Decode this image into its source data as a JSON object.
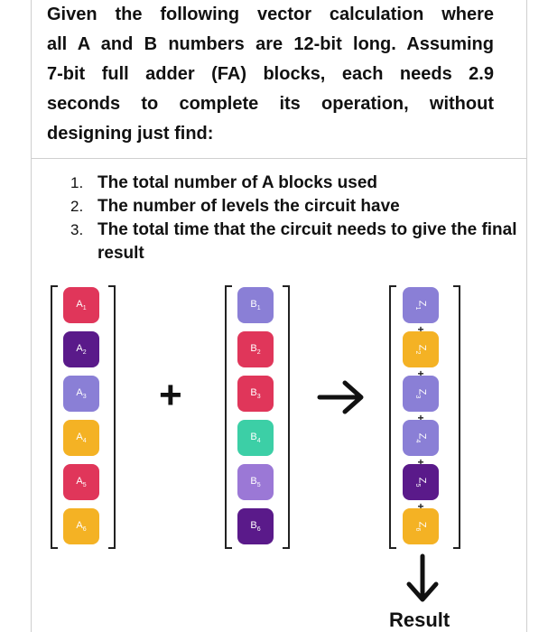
{
  "question": {
    "lines": [
      "Given the following vector calculation where",
      "all A and B numbers are 12-bit long. Assuming",
      "7-bit full adder (FA) blocks, each needs 2.9",
      "seconds to complete its operation, without",
      "designing just find:"
    ]
  },
  "tasks": [
    {
      "num": "1.",
      "text": "The total number of A blocks used"
    },
    {
      "num": "2.",
      "text": "The number of levels the circuit have"
    },
    {
      "num": "3.",
      "text": "The total time that the circuit needs to give the final result"
    }
  ],
  "vector_a": [
    {
      "letter": "A",
      "sub": "1",
      "color": "#e0365a"
    },
    {
      "letter": "A",
      "sub": "2",
      "color": "#5a1a8a"
    },
    {
      "letter": "A",
      "sub": "3",
      "color": "#8a7fd6"
    },
    {
      "letter": "A",
      "sub": "4",
      "color": "#f4b224"
    },
    {
      "letter": "A",
      "sub": "5",
      "color": "#e0365a"
    },
    {
      "letter": "A",
      "sub": "6",
      "color": "#f4b224"
    }
  ],
  "vector_b": [
    {
      "letter": "B",
      "sub": "1",
      "color": "#8a7fd6"
    },
    {
      "letter": "B",
      "sub": "2",
      "color": "#e0365a"
    },
    {
      "letter": "B",
      "sub": "3",
      "color": "#e0365a"
    },
    {
      "letter": "B",
      "sub": "4",
      "color": "#3ccfa6"
    },
    {
      "letter": "B",
      "sub": "5",
      "color": "#9b78d6"
    },
    {
      "letter": "B",
      "sub": "6",
      "color": "#5a1a8a"
    }
  ],
  "vector_z": [
    {
      "letter": "Z",
      "sub": "1",
      "color": "#8a7fd6"
    },
    {
      "letter": "Z",
      "sub": "2",
      "color": "#f4b224"
    },
    {
      "letter": "Z",
      "sub": "3",
      "color": "#8a7fd6"
    },
    {
      "letter": "Z",
      "sub": "4",
      "color": "#8a7fd6"
    },
    {
      "letter": "Z",
      "sub": "5",
      "color": "#5a1a8a"
    },
    {
      "letter": "Z",
      "sub": "6",
      "color": "#f4b224"
    }
  ],
  "operators": {
    "plus": "+",
    "small_plus": "+"
  },
  "icons": {
    "arrow_right": "arrow-right-icon",
    "arrow_down": "arrow-down-icon"
  },
  "result_label": "Result"
}
